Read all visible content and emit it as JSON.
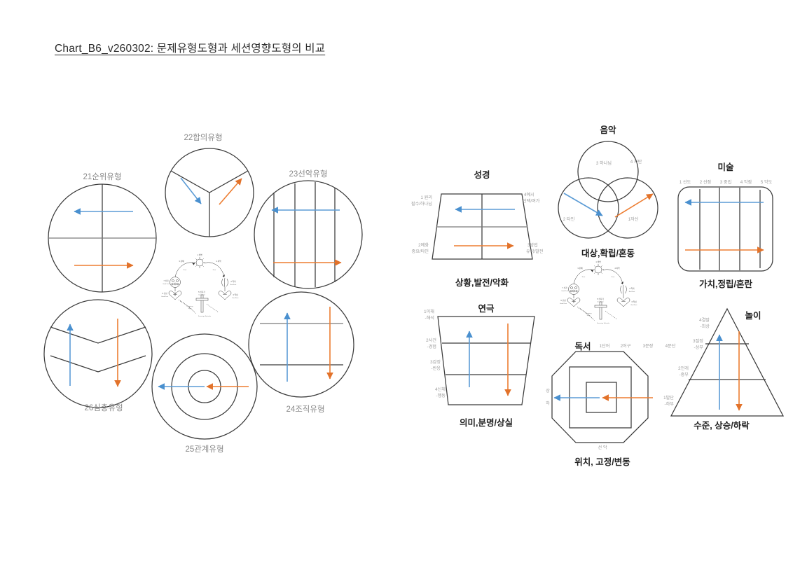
{
  "title": "Chart_B6_v260302: 문제유형도형과 세션영향도형의 비교",
  "colors": {
    "blue": "#5B9BD5",
    "orange": "#ED7D31",
    "outline": "#3a3a3a",
    "label_gray": "#9a9a9a"
  },
  "left_panel": {
    "name": "문제유형도형",
    "shapes": [
      {
        "id": "21",
        "label": "21순위유형",
        "form": "circle-quadrants",
        "arrows": [
          "blue-left",
          "orange-right"
        ]
      },
      {
        "id": "22",
        "label": "22합의유형",
        "form": "circle-tri-sector",
        "arrows": [
          "blue-diag-down-left",
          "orange-diag-up-right"
        ]
      },
      {
        "id": "23",
        "label": "23선악유형",
        "form": "circle-vertical-bands",
        "bands": 4,
        "arrows": [
          "blue-left",
          "orange-right"
        ]
      },
      {
        "id": "26",
        "label": "26심층유형",
        "form": "circle-chevrons",
        "arrows": [
          "blue-up",
          "orange-down"
        ]
      },
      {
        "id": "25",
        "label": "25관계유형",
        "form": "concentric-circles",
        "rings": 3,
        "arrows": [
          "blue-left",
          "orange-left-in"
        ]
      },
      {
        "id": "24",
        "label": "24조직유형",
        "form": "circle-horizontal-bands",
        "bands": 2,
        "arrows": [
          "blue-up",
          "orange-down"
        ]
      }
    ]
  },
  "icon_cluster": {
    "nodes": [
      {
        "key": "1",
        "label": "1 생명",
        "sub": "Soul"
      },
      {
        "key": "3",
        "label": "3 은혜",
        "sub": "Root"
      },
      {
        "key": "4",
        "label": "4 죄악",
        "sub": "Root"
      },
      {
        "key": "7",
        "label": "7 선과",
        "sub": "Good Fruit"
      },
      {
        "key": "2",
        "label": "2 악과",
        "sub": "Bad Fruit"
      },
      {
        "key": "6",
        "label": "6 선심",
        "sub": "Good Root"
      },
      {
        "key": "3b",
        "label": "3 악심",
        "sub": "Bad Root"
      },
      {
        "key": "5",
        "label": "5 십자가",
        "sub": "Crucifixion"
      },
      {
        "key": "s",
        "label": "Lifegiving Spirit",
        "sub": "Sovereign Splendor"
      }
    ]
  },
  "right_panel": {
    "name": "세션영향도형",
    "shapes": [
      {
        "id": "bible",
        "title": "성경",
        "form": "trapezoid-quadrants",
        "caption": "상황,발전/악화",
        "corner_labels": [
          {
            "pos": "top-left",
            "line1": "1 원리",
            "line2": "필수/하나님"
          },
          {
            "pos": "top-right",
            "line1": "4예시",
            "line2": "선택/여가"
          },
          {
            "pos": "bottom-left",
            "line1": "2예화",
            "line2": "중요/타인"
          },
          {
            "pos": "bottom-right",
            "line1": "3방법",
            "line2": "유익/발전"
          }
        ],
        "arrows": [
          "blue-left",
          "orange-right"
        ]
      },
      {
        "id": "music",
        "title": "음악",
        "form": "venn-3",
        "caption": "대상,확립/혼동",
        "circle_labels": [
          "3 하나님",
          "4 사탄",
          "2 타인",
          "1자신"
        ],
        "arrows": [
          "blue-diag-down-right",
          "orange-diag-up-right"
        ]
      },
      {
        "id": "art",
        "title": "미술",
        "form": "rounded-square-bands",
        "caption": "가치,정립/혼란",
        "top_labels": [
          "1 선도",
          "2 선잠",
          "3 중립",
          "4 악잠",
          "5 악도"
        ],
        "arrows": [
          "blue-left",
          "orange-right"
        ]
      },
      {
        "id": "drama",
        "title": "연극",
        "form": "trapezoid-inverted-bands",
        "caption": "의미,분명/상실",
        "side_labels": [
          {
            "line1": "1이해",
            "line2": "-해석"
          },
          {
            "line1": "2사건",
            "line2": "-경험"
          },
          {
            "line1": "3감정",
            "line2": "-반응"
          },
          {
            "line1": "4신체",
            "line2": "-행동"
          }
        ],
        "arrows": [
          "blue-up",
          "orange-down"
        ]
      },
      {
        "id": "reading",
        "title": "독서",
        "form": "octagon-nested-squares",
        "caption": "위치, 고정/변동",
        "top_labels": [
          "1단어",
          "2어구",
          "3문장",
          "4문단"
        ],
        "left_labels": [
          "상",
          "하"
        ],
        "bottom_label": "선  악",
        "arrows": [
          "blue-left",
          "orange-left-in"
        ]
      },
      {
        "id": "play",
        "title": "놀이",
        "form": "triangle-bands",
        "caption": "수준, 상승/하락",
        "side_labels": [
          {
            "line1": "4결말",
            "line2": "-최상"
          },
          {
            "line1": "3절정",
            "line2": "-상부"
          },
          {
            "line1": "2전개",
            "line2": "-중부"
          },
          {
            "line1": "1발단",
            "line2": "-하부"
          }
        ],
        "arrows": [
          "blue-up",
          "orange-down"
        ]
      }
    ]
  }
}
